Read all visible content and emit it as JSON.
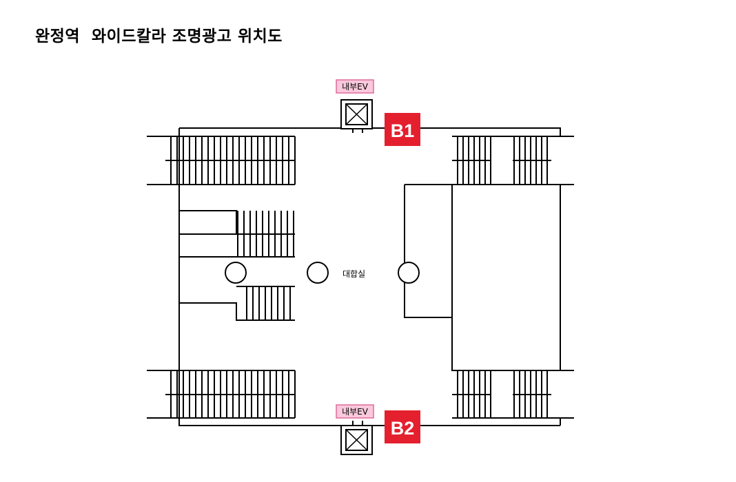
{
  "page": {
    "title": "완정역  와이드칼라 조명광고 위치도"
  },
  "labels": {
    "elevator_top": "내부EV",
    "elevator_bottom": "내부EV",
    "marker_b1": "B1",
    "marker_b2": "B2",
    "concourse": "대합실"
  },
  "colors": {
    "marker": "#e4202e",
    "elevator_label_bg": "#f9c9dc",
    "elevator_label_border": "#e06a9c",
    "line": "#000000"
  }
}
